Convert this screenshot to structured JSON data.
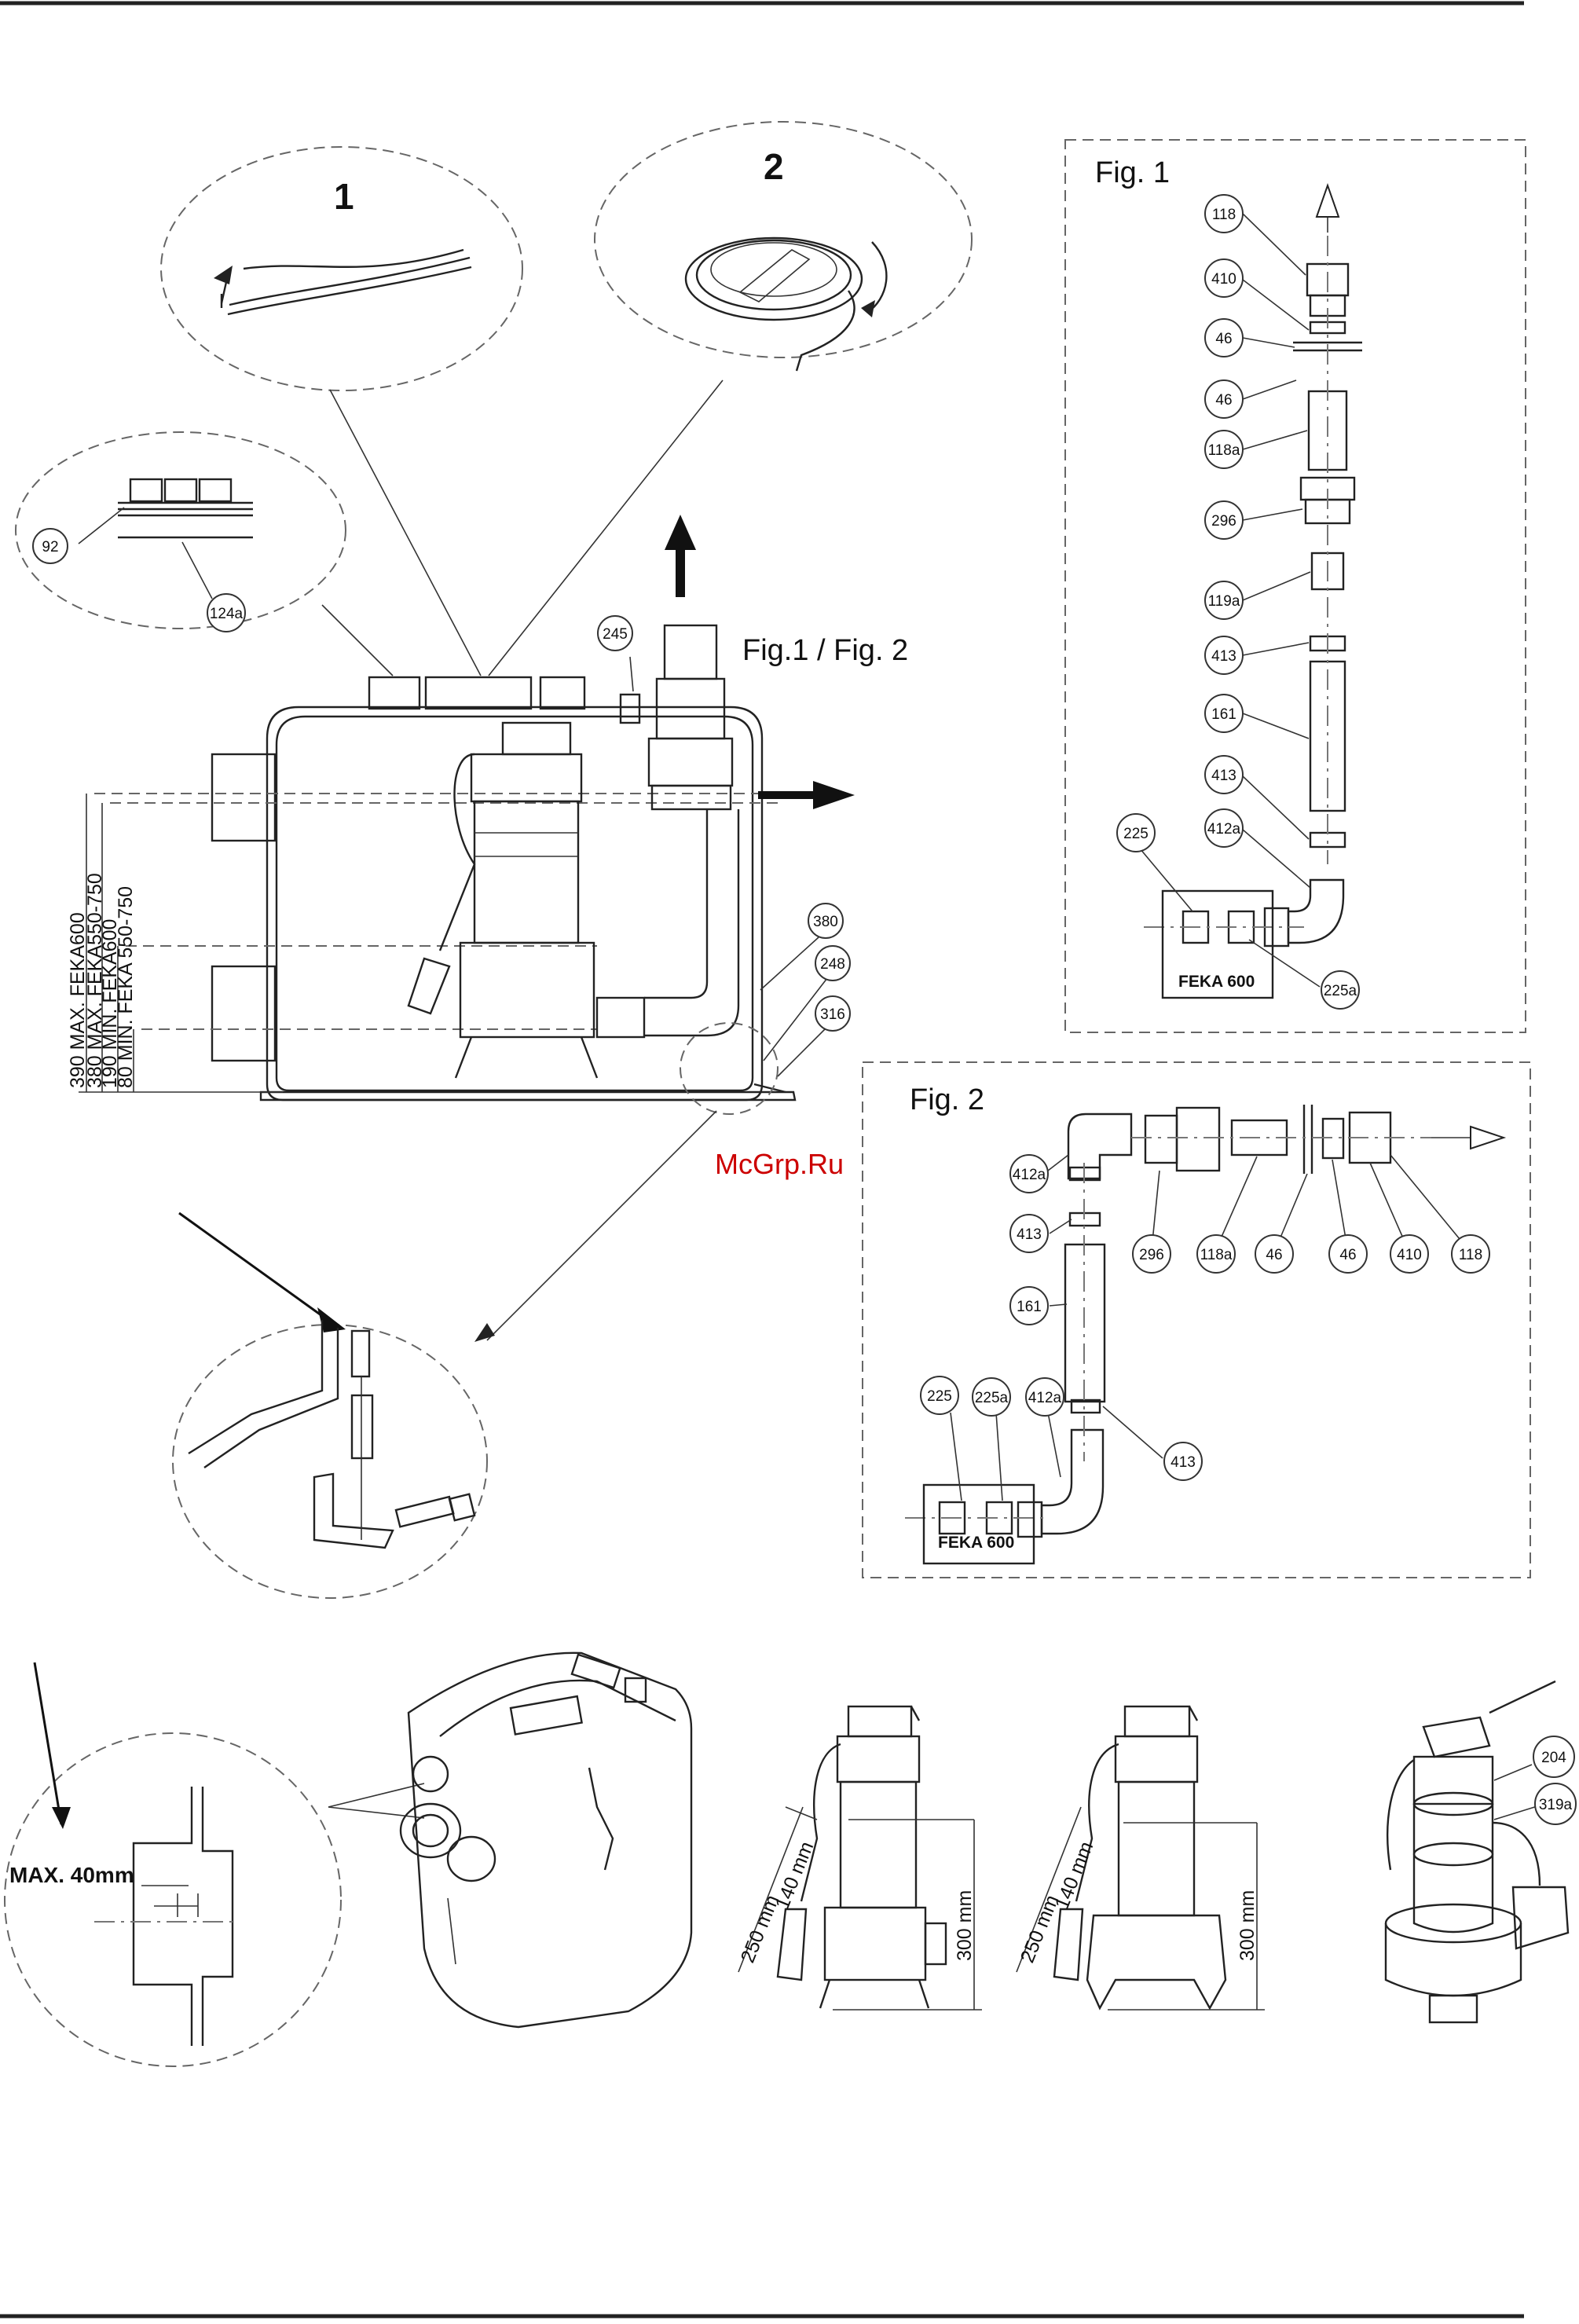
{
  "detail_labels": {
    "one": "1",
    "two": "2"
  },
  "main_view_title": "Fig.1 / Fig. 2",
  "main_callouts": [
    "92",
    "124a",
    "245",
    "380",
    "248",
    "316"
  ],
  "level_labels": [
    "390 MAX. FEKA600",
    "380 MAX. FEKA550-750",
    "190 MIN. FEKA600",
    "80 MIN. FEKA 550-750"
  ],
  "fig1": {
    "title": "Fig. 1",
    "callouts": [
      "118",
      "410",
      "46",
      "46",
      "118a",
      "296",
      "119a",
      "413",
      "161",
      "413",
      "412a",
      "225",
      "225a"
    ],
    "box_label": "FEKA 600"
  },
  "fig2": {
    "title": "Fig. 2",
    "callouts": [
      "412a",
      "413",
      "161",
      "296",
      "118a",
      "46",
      "46",
      "410",
      "118",
      "225",
      "225a",
      "412a",
      "413"
    ],
    "box_label": "FEKA 600"
  },
  "watermark": "McGrp.Ru",
  "max_note": "MAX. 40mm",
  "pump_dims": {
    "d250": "250 mm",
    "d140": "140 mm",
    "d300": "300 mm"
  },
  "float_callouts": [
    "204",
    "319a"
  ],
  "colors": {
    "line": "#222222",
    "dash": "#666666",
    "watermark": "#cc0000",
    "fill": "#d9d9d9"
  }
}
